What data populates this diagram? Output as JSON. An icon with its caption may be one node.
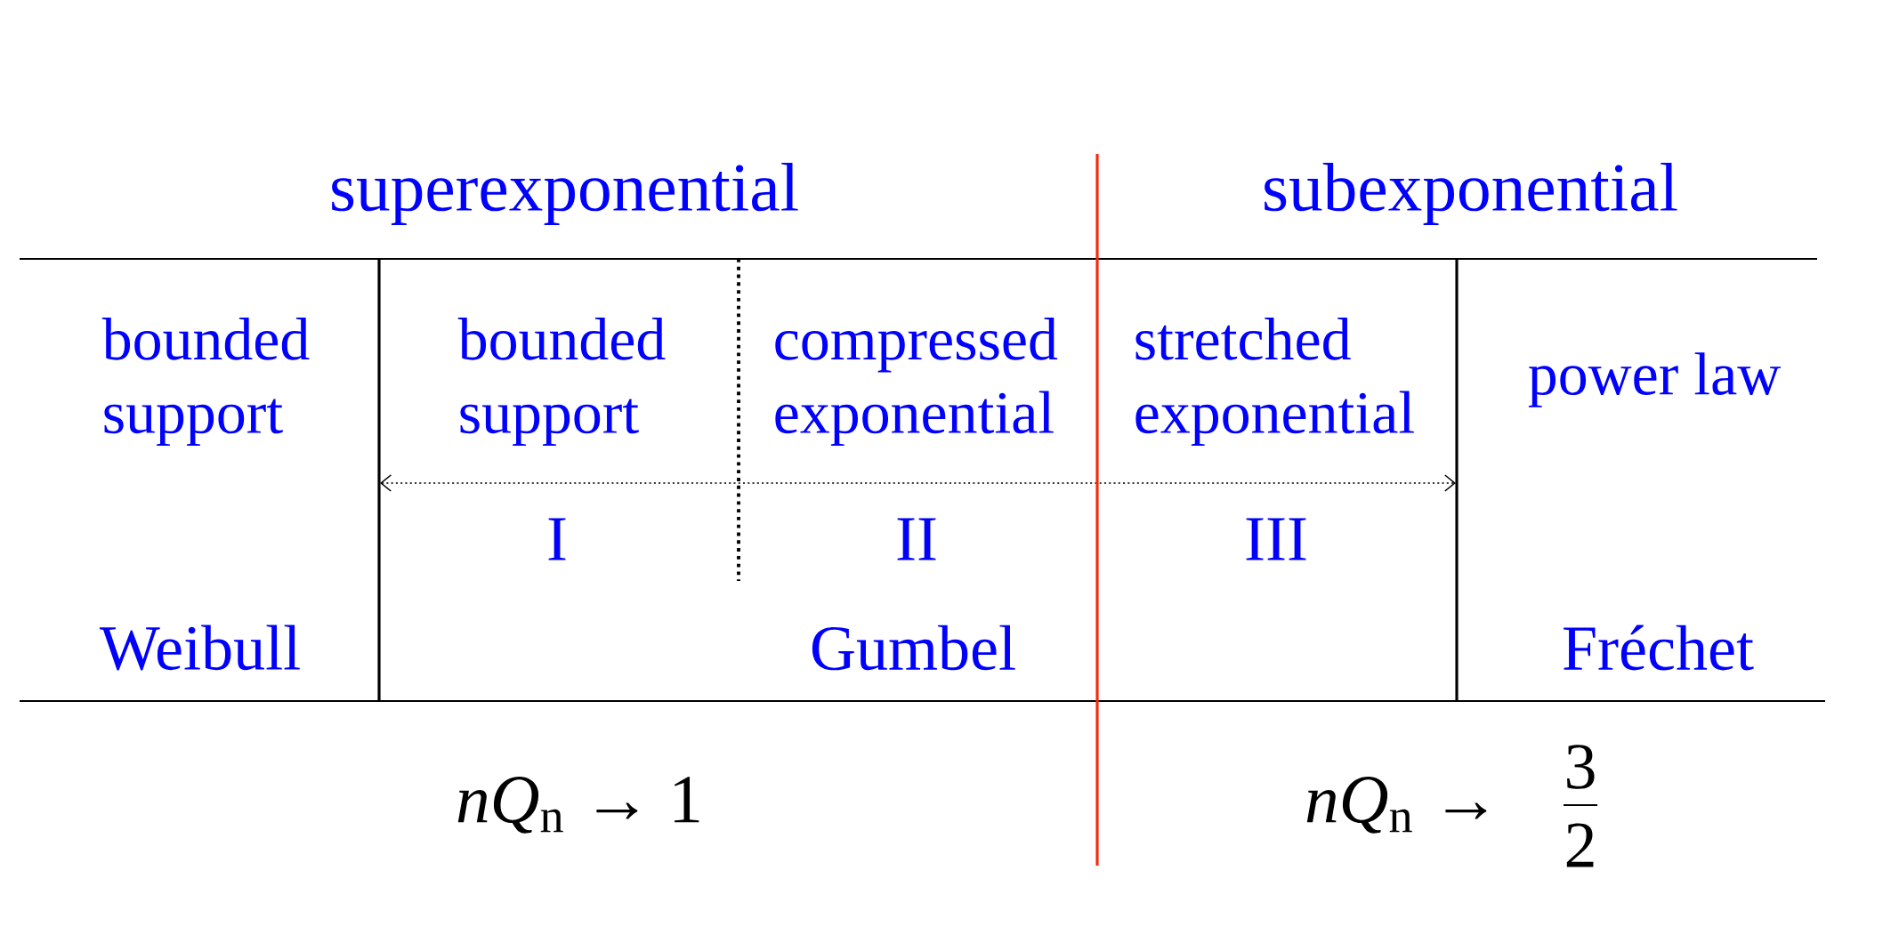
{
  "diagram": {
    "labels": [
      "superexponential",
      "subexponential",
      "bounded support",
      "bounded support",
      "compressed exponential",
      "stretched exponential",
      "power law",
      "I",
      "II",
      "III",
      "Weibull",
      "Gumbel",
      "Fréchet",
      "*nQ*$_{n}$ → 1",
      "*nQ*$_{n}$ →",
      "3",
      "2"
    ]
  }
}
